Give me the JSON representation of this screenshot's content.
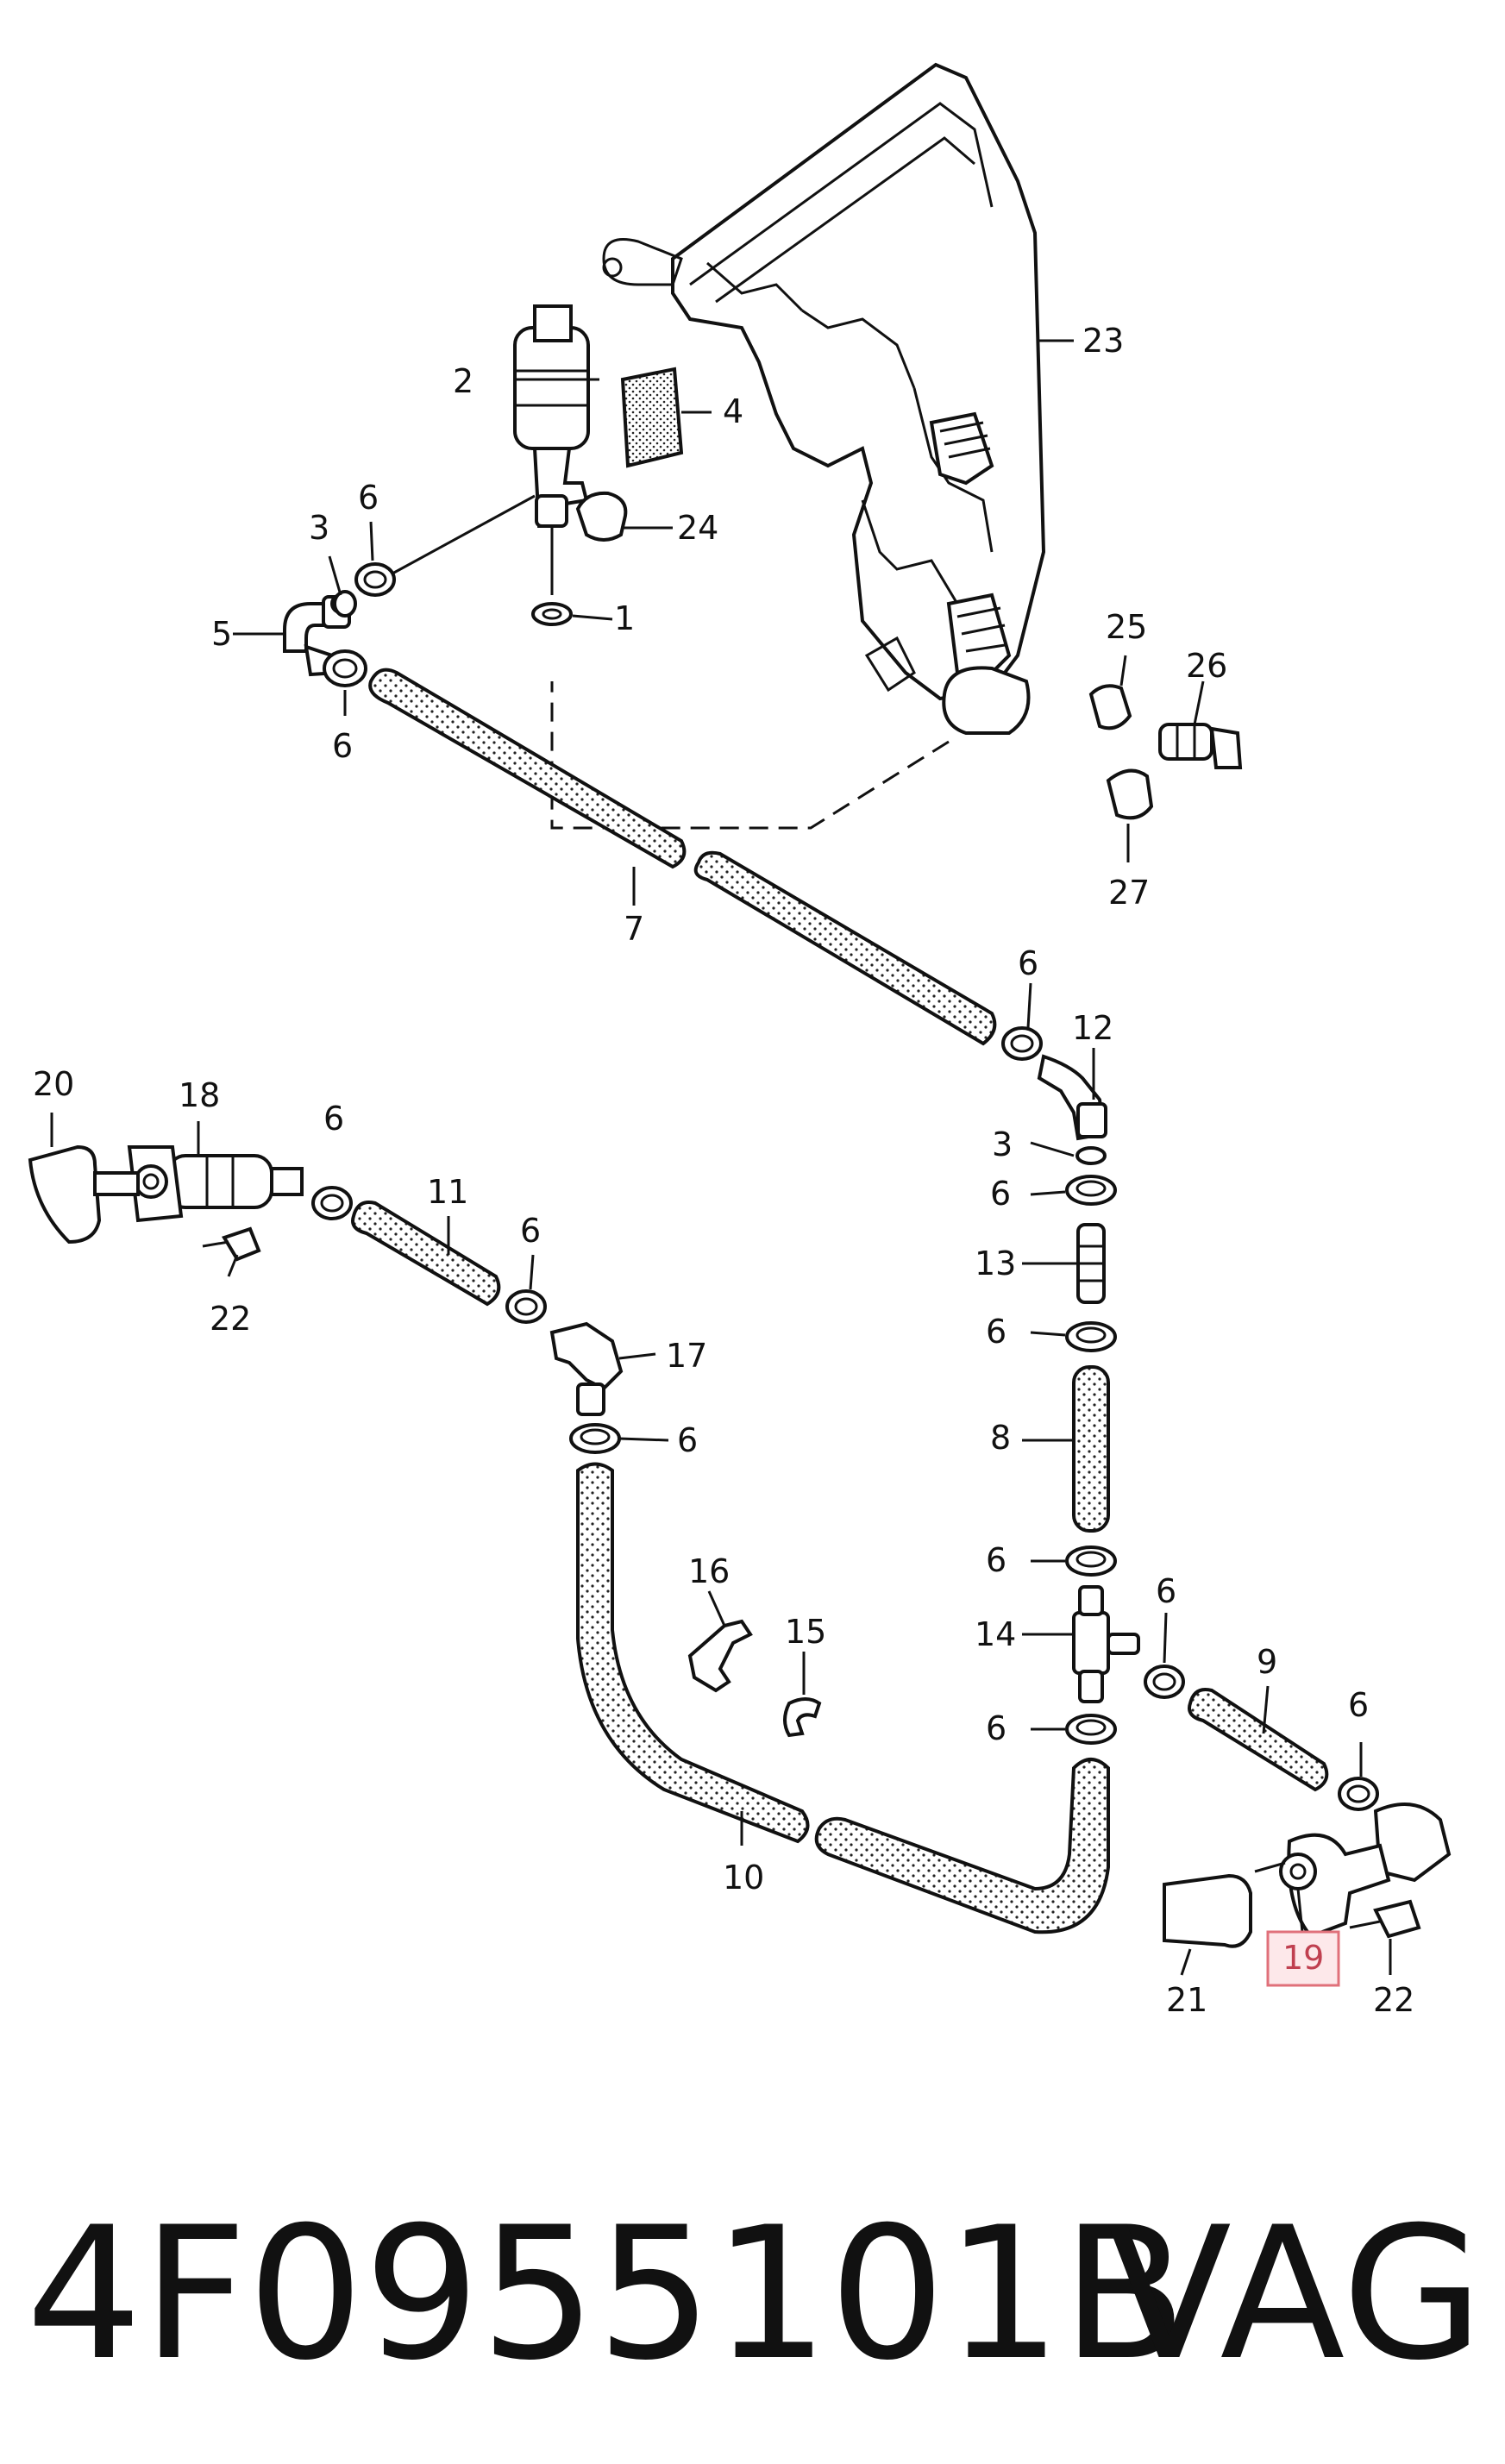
{
  "diagram": {
    "callouts": [
      {
        "id": "c1",
        "text": "1"
      },
      {
        "id": "c2",
        "text": "2"
      },
      {
        "id": "c3a",
        "text": "3"
      },
      {
        "id": "c3b",
        "text": "3"
      },
      {
        "id": "c4",
        "text": "4"
      },
      {
        "id": "c5",
        "text": "5"
      },
      {
        "id": "c6a",
        "text": "6"
      },
      {
        "id": "c6b",
        "text": "6"
      },
      {
        "id": "c6c",
        "text": "6"
      },
      {
        "id": "c6d",
        "text": "6"
      },
      {
        "id": "c6e",
        "text": "6"
      },
      {
        "id": "c6f",
        "text": "6"
      },
      {
        "id": "c6g",
        "text": "6"
      },
      {
        "id": "c6h",
        "text": "6"
      },
      {
        "id": "c6i",
        "text": "6"
      },
      {
        "id": "c6j",
        "text": "6"
      },
      {
        "id": "c6k",
        "text": "6"
      },
      {
        "id": "c6l",
        "text": "6"
      },
      {
        "id": "c7",
        "text": "7"
      },
      {
        "id": "c8",
        "text": "8"
      },
      {
        "id": "c9",
        "text": "9"
      },
      {
        "id": "c10",
        "text": "10"
      },
      {
        "id": "c11",
        "text": "11"
      },
      {
        "id": "c12",
        "text": "12"
      },
      {
        "id": "c13",
        "text": "13"
      },
      {
        "id": "c14",
        "text": "14"
      },
      {
        "id": "c15",
        "text": "15"
      },
      {
        "id": "c16",
        "text": "16"
      },
      {
        "id": "c17",
        "text": "17"
      },
      {
        "id": "c18",
        "text": "18"
      },
      {
        "id": "c19",
        "text": "19"
      },
      {
        "id": "c20",
        "text": "20"
      },
      {
        "id": "c21",
        "text": "21"
      },
      {
        "id": "c22a",
        "text": "22"
      },
      {
        "id": "c22b",
        "text": "22"
      },
      {
        "id": "c23",
        "text": "23"
      },
      {
        "id": "c24",
        "text": "24"
      },
      {
        "id": "c25",
        "text": "25"
      },
      {
        "id": "c26",
        "text": "26"
      },
      {
        "id": "c27",
        "text": "27"
      }
    ],
    "highlighted_callout": "19",
    "highlight_color": "#e0707a"
  },
  "footer": {
    "part_number": "4F0955101B",
    "brand": "VAG"
  }
}
